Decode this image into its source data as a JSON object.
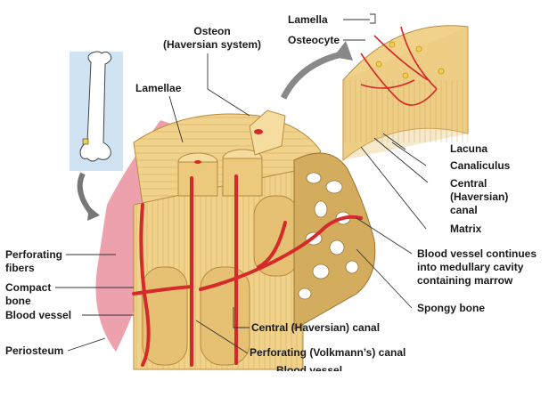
{
  "labels": {
    "osteon": [
      "Osteon",
      "(Haversian system)"
    ],
    "lamellae": "Lamellae",
    "lamella": "Lamella",
    "osteocyte": "Osteocyte",
    "lacuna": "Lacuna",
    "canaliculus": "Canaliculus",
    "central_canal_inset": [
      "Central",
      "(Haversian)",
      "canal"
    ],
    "matrix": "Matrix",
    "blood_vessel_continues": [
      "Blood vessel continues",
      "into medullary cavity",
      "containing marrow"
    ],
    "spongy_bone": "Spongy bone",
    "perforating_fibers": [
      "Perforating",
      "fibers"
    ],
    "compact_bone": [
      "Compact",
      "bone"
    ],
    "blood_vessel": "Blood vessel",
    "periosteum": "Periosteum",
    "central_canal": "Central (Haversian) canal",
    "perforating_canal": "Perforating (Volkmann’s) canal",
    "blood_vessel_bottom": "Blood vessel"
  },
  "colors": {
    "bone": "#f0d28a",
    "bone_dark": "#d9b063",
    "vessel": "#d42a2a",
    "periosteum": "#e98a9a",
    "inset_bg": "#cfe3f2"
  }
}
